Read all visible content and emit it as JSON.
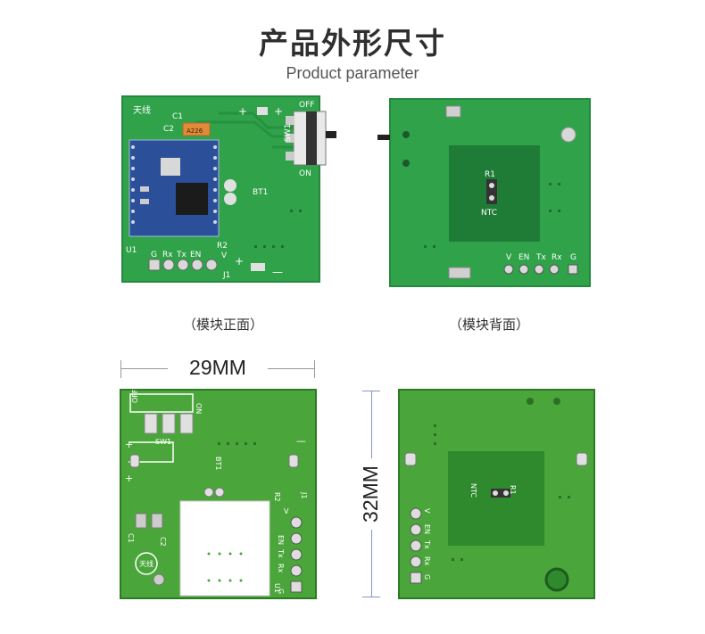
{
  "header": {
    "title": "产品外形尺寸",
    "subtitle": "Product parameter"
  },
  "captions": {
    "front": "（模块正面）",
    "back": "（模块背面）"
  },
  "dimensions": {
    "width": "29MM",
    "height": "32MM"
  },
  "front_board": {
    "antenna": "天线",
    "c1": "C1",
    "c2": "C2",
    "cap_code": "A226",
    "plus": "+",
    "minus": "—",
    "off": "OFF",
    "on": "ON",
    "sw1": "SW1",
    "bt1": "BT1",
    "r2": "R2",
    "v": "V",
    "u1": "U1",
    "j1": "J1",
    "pins": [
      "G",
      "Rx",
      "Tx",
      "EN"
    ]
  },
  "back_board": {
    "r1": "R1",
    "ntc": "NTC",
    "pins": [
      "V",
      "EN",
      "Tx",
      "Rx",
      "G"
    ]
  },
  "colors": {
    "pcb_green": "#2fa24a",
    "pcb_dark": "#1f7c37",
    "silk": "#ffffff",
    "module_blue": "#2c4f9a"
  }
}
